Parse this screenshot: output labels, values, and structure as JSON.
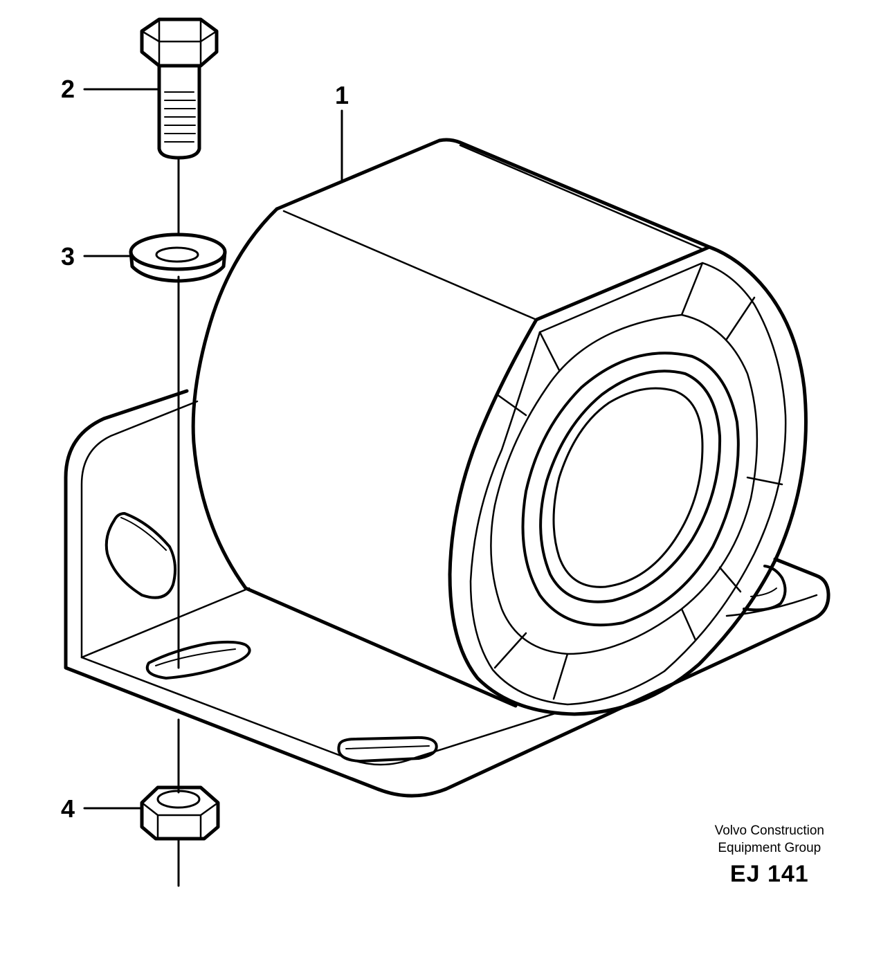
{
  "callouts": {
    "item_1": "1",
    "item_2": "2",
    "item_3": "3",
    "item_4": "4"
  },
  "credit": {
    "line1": "Volvo Construction",
    "line2": "Equipment Group",
    "code": "EJ 141"
  },
  "colors": {
    "ink": "#000000",
    "paper": "#ffffff"
  }
}
